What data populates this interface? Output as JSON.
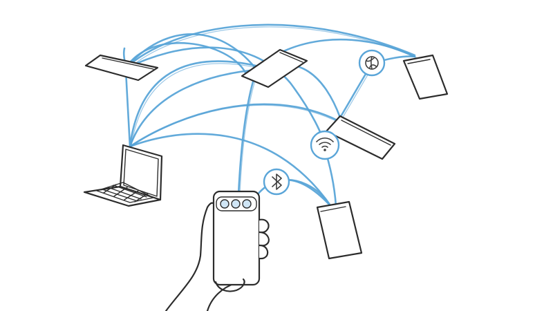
{
  "scene": {
    "colors": {
      "connection": "#5aa5d8",
      "ink": "#2c2c2c",
      "background": "#ffffff"
    },
    "devices": [
      "tablet",
      "tablet",
      "smartphone",
      "tablet",
      "laptop",
      "smartphone",
      "smartphone-in-hand"
    ],
    "icons": [
      "bluetooth-icon",
      "wifi-icon",
      "globe-icon"
    ]
  }
}
